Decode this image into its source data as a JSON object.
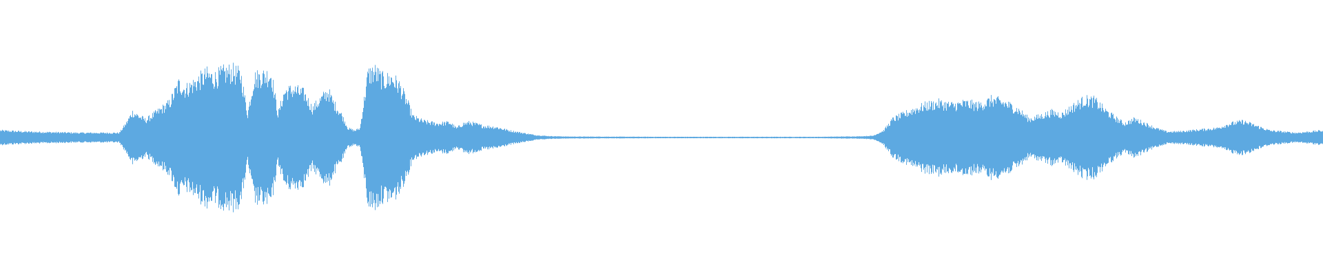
{
  "waveform": {
    "color": "#5DA9E1",
    "segments": [
      {
        "name": "intro-low",
        "start": 0.0,
        "end": 0.095,
        "amplitude": 0.06
      },
      {
        "name": "speech-burst-1",
        "start": 0.095,
        "end": 0.3,
        "amplitude": 0.52
      },
      {
        "name": "speech-burst-2",
        "start": 0.3,
        "end": 0.41,
        "amplitude": 0.23
      },
      {
        "name": "silence",
        "start": 0.41,
        "end": 0.66,
        "amplitude": 0.005
      },
      {
        "name": "speech-burst-3",
        "start": 0.66,
        "end": 0.89,
        "amplitude": 0.3
      },
      {
        "name": "outro-low",
        "start": 0.89,
        "end": 1.0,
        "amplitude": 0.1
      }
    ],
    "envelope": [
      [
        0.0,
        0.06
      ],
      [
        0.02,
        0.05
      ],
      [
        0.06,
        0.04
      ],
      [
        0.09,
        0.04
      ],
      [
        0.095,
        0.12
      ],
      [
        0.1,
        0.22
      ],
      [
        0.11,
        0.15
      ],
      [
        0.128,
        0.3
      ],
      [
        0.135,
        0.47
      ],
      [
        0.14,
        0.42
      ],
      [
        0.15,
        0.5
      ],
      [
        0.156,
        0.55
      ],
      [
        0.162,
        0.52
      ],
      [
        0.168,
        0.56
      ],
      [
        0.175,
        0.58
      ],
      [
        0.182,
        0.54
      ],
      [
        0.187,
        0.2
      ],
      [
        0.192,
        0.52
      ],
      [
        0.198,
        0.54
      ],
      [
        0.205,
        0.55
      ],
      [
        0.21,
        0.2
      ],
      [
        0.215,
        0.4
      ],
      [
        0.222,
        0.42
      ],
      [
        0.23,
        0.38
      ],
      [
        0.236,
        0.25
      ],
      [
        0.242,
        0.33
      ],
      [
        0.248,
        0.4
      ],
      [
        0.252,
        0.3
      ],
      [
        0.258,
        0.2
      ],
      [
        0.263,
        0.08
      ],
      [
        0.268,
        0.06
      ],
      [
        0.272,
        0.08
      ],
      [
        0.278,
        0.55
      ],
      [
        0.283,
        0.58
      ],
      [
        0.29,
        0.5
      ],
      [
        0.296,
        0.52
      ],
      [
        0.302,
        0.45
      ],
      [
        0.308,
        0.3
      ],
      [
        0.312,
        0.18
      ],
      [
        0.32,
        0.14
      ],
      [
        0.33,
        0.12
      ],
      [
        0.34,
        0.13
      ],
      [
        0.345,
        0.08
      ],
      [
        0.35,
        0.12
      ],
      [
        0.355,
        0.13
      ],
      [
        0.365,
        0.1
      ],
      [
        0.375,
        0.09
      ],
      [
        0.385,
        0.06
      ],
      [
        0.395,
        0.04
      ],
      [
        0.405,
        0.02
      ],
      [
        0.415,
        0.012
      ],
      [
        0.43,
        0.008
      ],
      [
        0.5,
        0.006
      ],
      [
        0.56,
        0.006
      ],
      [
        0.62,
        0.006
      ],
      [
        0.65,
        0.01
      ],
      [
        0.66,
        0.015
      ],
      [
        0.668,
        0.06
      ],
      [
        0.675,
        0.16
      ],
      [
        0.683,
        0.2
      ],
      [
        0.69,
        0.24
      ],
      [
        0.7,
        0.28
      ],
      [
        0.71,
        0.3
      ],
      [
        0.72,
        0.28
      ],
      [
        0.73,
        0.3
      ],
      [
        0.74,
        0.28
      ],
      [
        0.75,
        0.33
      ],
      [
        0.76,
        0.3
      ],
      [
        0.77,
        0.24
      ],
      [
        0.778,
        0.16
      ],
      [
        0.785,
        0.18
      ],
      [
        0.795,
        0.22
      ],
      [
        0.803,
        0.2
      ],
      [
        0.81,
        0.26
      ],
      [
        0.82,
        0.33
      ],
      [
        0.828,
        0.32
      ],
      [
        0.835,
        0.24
      ],
      [
        0.842,
        0.18
      ],
      [
        0.85,
        0.12
      ],
      [
        0.858,
        0.16
      ],
      [
        0.866,
        0.12
      ],
      [
        0.874,
        0.08
      ],
      [
        0.882,
        0.05
      ],
      [
        0.89,
        0.05
      ],
      [
        0.9,
        0.06
      ],
      [
        0.91,
        0.07
      ],
      [
        0.92,
        0.08
      ],
      [
        0.93,
        0.12
      ],
      [
        0.94,
        0.14
      ],
      [
        0.95,
        0.1
      ],
      [
        0.96,
        0.06
      ],
      [
        0.97,
        0.05
      ],
      [
        0.98,
        0.04
      ],
      [
        0.99,
        0.05
      ],
      [
        1.0,
        0.06
      ]
    ]
  }
}
